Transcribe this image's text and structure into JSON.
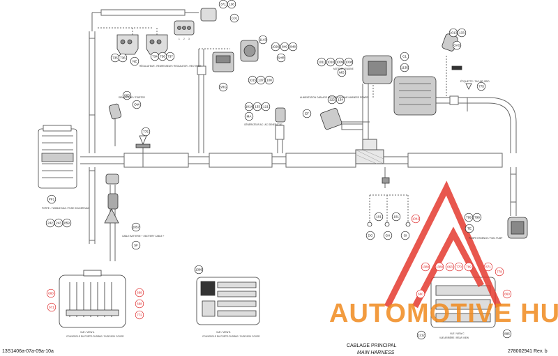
{
  "footer": {
    "left_code": "13S1406a-07a-09a-10a",
    "title": "CABLAGE PRINCIPAL",
    "subtitle": "MAIN HARNESS",
    "right_code": "278002941 Rev. b"
  },
  "watermark": {
    "text": "AUTOMOTIVE HUB",
    "color": "#f08a1e",
    "logo_color": "#e53a30"
  },
  "callouts": [
    "371",
    "138",
    "C01",
    "735",
    "736",
    "NZ",
    "734",
    "736",
    "737",
    "1143",
    "1026",
    "849",
    "848",
    "SHR",
    "1011",
    "1010",
    "1009",
    "1008",
    "MG",
    "C1",
    "1135",
    "1015",
    "137",
    "108",
    "SRG",
    "1013",
    "133",
    "OAS",
    "775",
    "863",
    "OM",
    "775",
    "1014",
    "133",
    "121",
    "MA",
    "122",
    "134",
    "EF",
    "PF1",
    "242",
    "243",
    "859",
    "2057",
    "SF",
    "101",
    "101",
    "DG",
    "GH",
    "GI",
    "1042",
    "799",
    "798",
    "TE",
    "1389",
    "1389",
    "660",
    "671",
    "668",
    "668",
    "772",
    "1389",
    "663",
    "770",
    "799",
    "871",
    "778",
    "660",
    "1212",
    "660",
    "895"
  ],
  "labels": {
    "regulator": "RÉGULATEUR - REDRESSEUR / REGULATOR - RECTIFIER",
    "motor": "MOTEUR / ENGINE",
    "fuel_pump": "ALIMENTATION CABLAGE MOTEUR / ENGINE HARNESS POWER",
    "generator": "GÉNÉRATEUR AC / AC GENERATOR",
    "starter": "DÉMARREUR / STARTER",
    "fuse_holder": "PORTE - FUSIBLE MAX / FUSE HOLDER MAX",
    "battery": "CABLE BATTERIE + / BATTERY CABLE +",
    "ground": "ÉTIQUETTE / TAG AIR GRID",
    "pump": "POMPE ESSENCE / FUEL PUMP",
    "view_a": "VUE / VIEW A",
    "view_b": "VUE / VIEW B",
    "view_c": "VUE / VIEW C",
    "view_a_sub": "COUVERCLE DU PORTE-FUSIBLE / FUSE BOX COVER",
    "view_b_sub": "COUVERCLE DU PORTE-FUSIBLE / FUSE BOX COVER",
    "view_c_sub": "VUE ARRIÈRE / REAR VIEW",
    "pin_numbers": [
      "1",
      "2",
      "3"
    ]
  }
}
